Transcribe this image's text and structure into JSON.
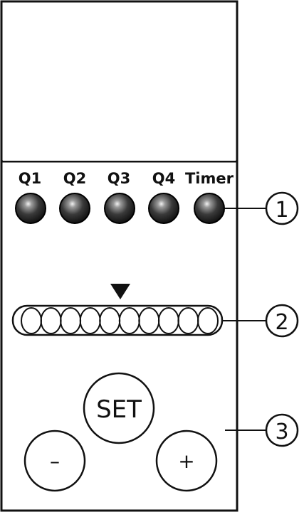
{
  "leds": [
    {
      "label": "Q1",
      "icon": "led-indicator-icon"
    },
    {
      "label": "Q2",
      "icon": "led-indicator-icon"
    },
    {
      "label": "Q3",
      "icon": "led-indicator-icon"
    },
    {
      "label": "Q4",
      "icon": "led-indicator-icon"
    },
    {
      "label": "Timer",
      "icon": "led-indicator-icon"
    }
  ],
  "selector": {
    "positions": 10,
    "pointer_icon": "down-triangle-icon"
  },
  "buttons": {
    "set_label": "SET",
    "minus_label": "–",
    "plus_label": "+"
  },
  "callouts": [
    "①",
    "②",
    "③"
  ],
  "colors": {
    "outline": "#111111",
    "led_body": "#3a3a3a",
    "background": "#ffffff"
  }
}
